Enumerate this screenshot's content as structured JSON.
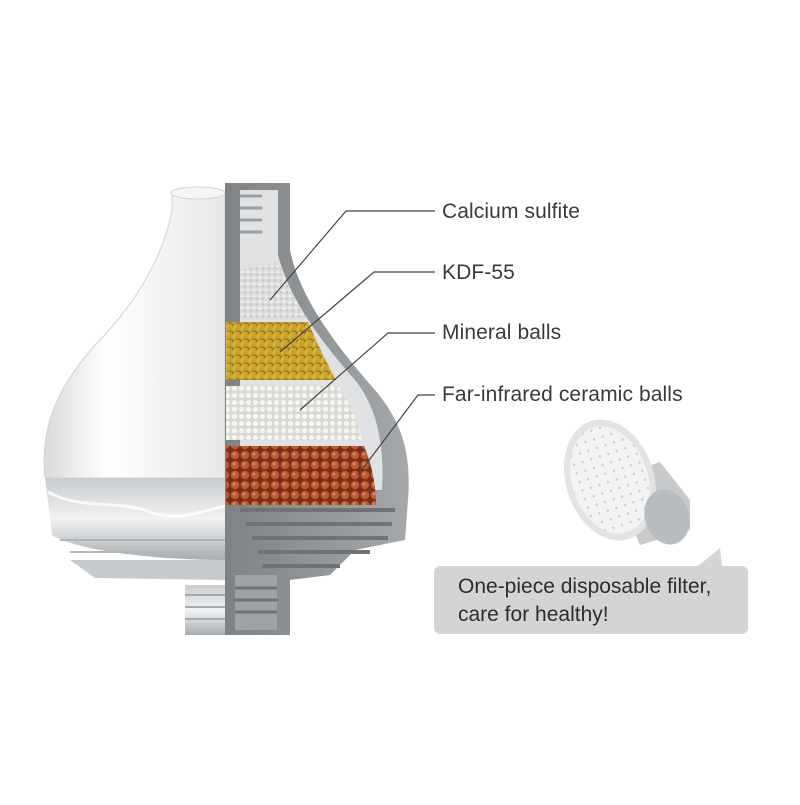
{
  "layers": [
    {
      "label": "Calcium sulfite",
      "color": "#e6e6e6"
    },
    {
      "label": "KDF-55",
      "color": "#c9a227"
    },
    {
      "label": "Mineral balls",
      "color": "#ecebe6"
    },
    {
      "label": "Far-infrared ceramic balls",
      "color": "#b5532f"
    }
  ],
  "callout": {
    "line1": "One-piece disposable filter,",
    "line2": "care for healthy!"
  },
  "colors": {
    "housing_white": "#f4f4f4",
    "housing_gray": "#8c9093",
    "bubble": "#d4d4d4",
    "text": "#3a3a3a"
  },
  "icons": [
    "shower-filter-cutaway",
    "replacement-filter-cartridge"
  ]
}
